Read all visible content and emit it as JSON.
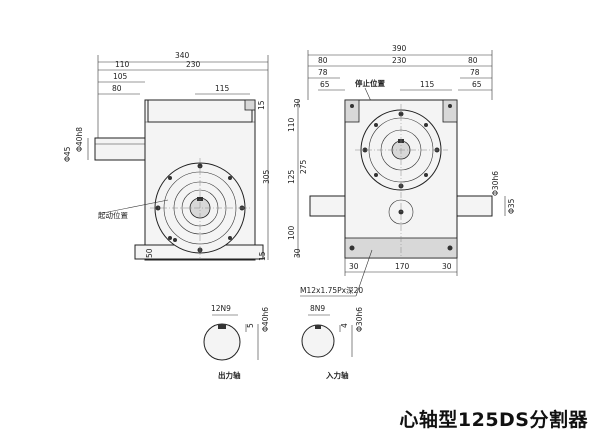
{
  "footer": {
    "title": "心轴型125DS分割器"
  },
  "left_view": {
    "dims_top": [
      "340",
      "230",
      "110",
      "105",
      "80",
      "115"
    ],
    "dims_right": [
      "15",
      "305",
      "15"
    ],
    "dims_left": [
      "Φ40h8",
      "Φ45"
    ],
    "dim_bottom_left": "50",
    "label_start": "起动位置"
  },
  "right_view": {
    "dims_top": [
      "390",
      "230",
      "80",
      "80",
      "78",
      "78",
      "65",
      "115",
      "65"
    ],
    "dims_left": [
      "30",
      "110",
      "275",
      "125",
      "100",
      "30"
    ],
    "dims_right": [
      "Φ30h6",
      "Φ35"
    ],
    "dims_bottom": [
      "30",
      "170",
      "30"
    ],
    "label_stop": "停止位置",
    "thread_note": "M12x1.75Px深20"
  },
  "shaft_sections": {
    "output": {
      "key": "12N9",
      "diameter": "Φ40h6",
      "depth": "5",
      "title": "出力轴"
    },
    "input": {
      "key": "8N9",
      "diameter": "Φ30h6",
      "depth": "4",
      "title": "入力轴"
    }
  }
}
